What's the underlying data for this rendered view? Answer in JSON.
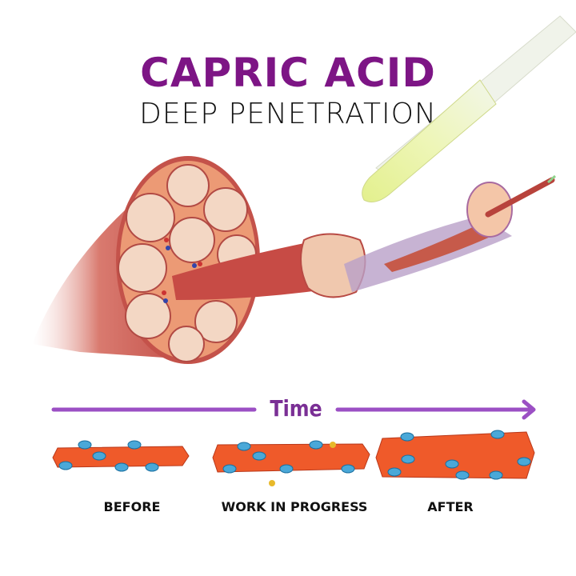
{
  "header": {
    "title": "CAPRIC ACID",
    "subtitle": "DEEP PENETRATION"
  },
  "illustration": {
    "subject": "muscle-fiber-cross-section",
    "dropper": "oil-dropper"
  },
  "timeline": {
    "label": "Time",
    "stages": [
      {
        "label": "BEFORE"
      },
      {
        "label": "WORK IN PROGRESS"
      },
      {
        "label": "AFTER"
      }
    ]
  },
  "colors": {
    "title": "#7d1585",
    "timeline": "#9b4fc4",
    "muscle": "#c8524a",
    "fiber": "#ef5a2a",
    "nucleus": "#4aa8d8",
    "oil": "#e6f29a"
  }
}
